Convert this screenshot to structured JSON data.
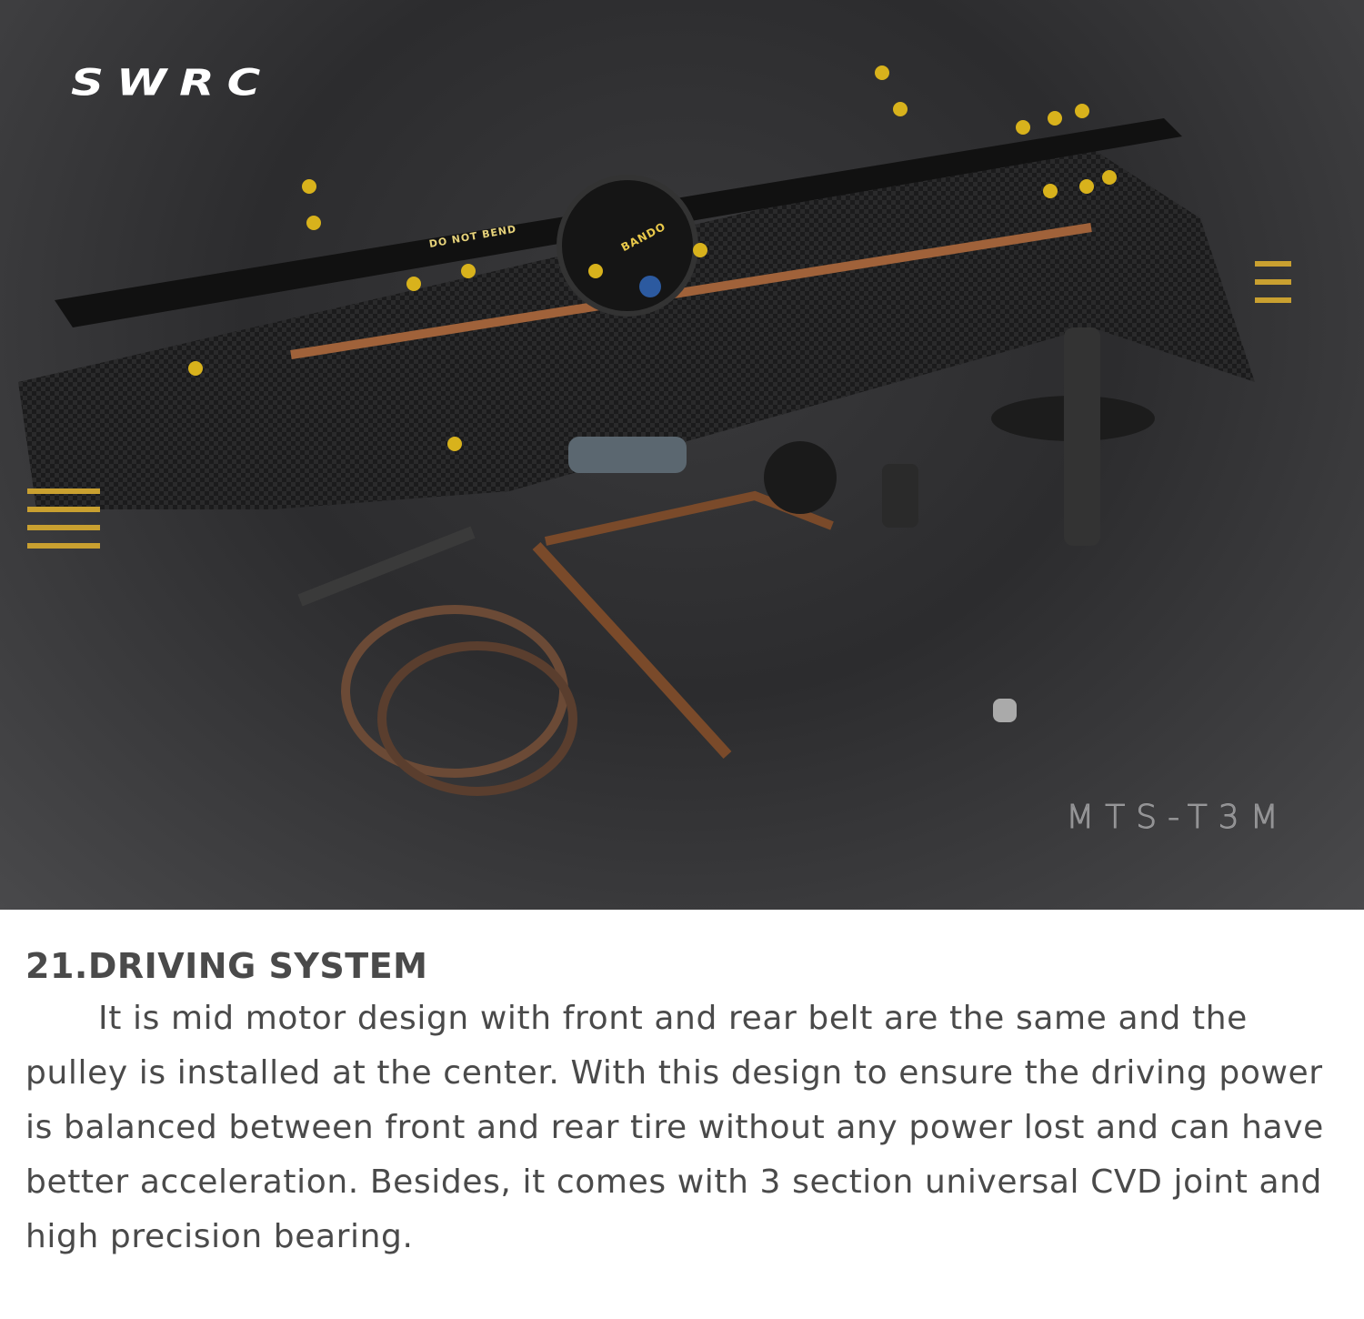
{
  "photo": {
    "logo_text": "SWRC",
    "watermark_model": "MTS-T3M",
    "belt_labels": [
      "DO NOT BEND",
      "BANDO"
    ]
  },
  "section": {
    "heading": "21.DRIVING SYSTEM",
    "body": "It is mid motor design with front and rear belt are the same and the pulley is installed at the center. With this design to ensure the driving power is balanced between front and rear tire without any power lost and can have  better acceleration. Besides, it comes with 3 section universal CVD joint and high precision bearing."
  },
  "colors": {
    "text": "#4a4a4a",
    "background": "#ffffff",
    "photo_bg": "#2f2f31",
    "accent_gold": "#d8b21c",
    "belt_brown": "#a0623a"
  }
}
